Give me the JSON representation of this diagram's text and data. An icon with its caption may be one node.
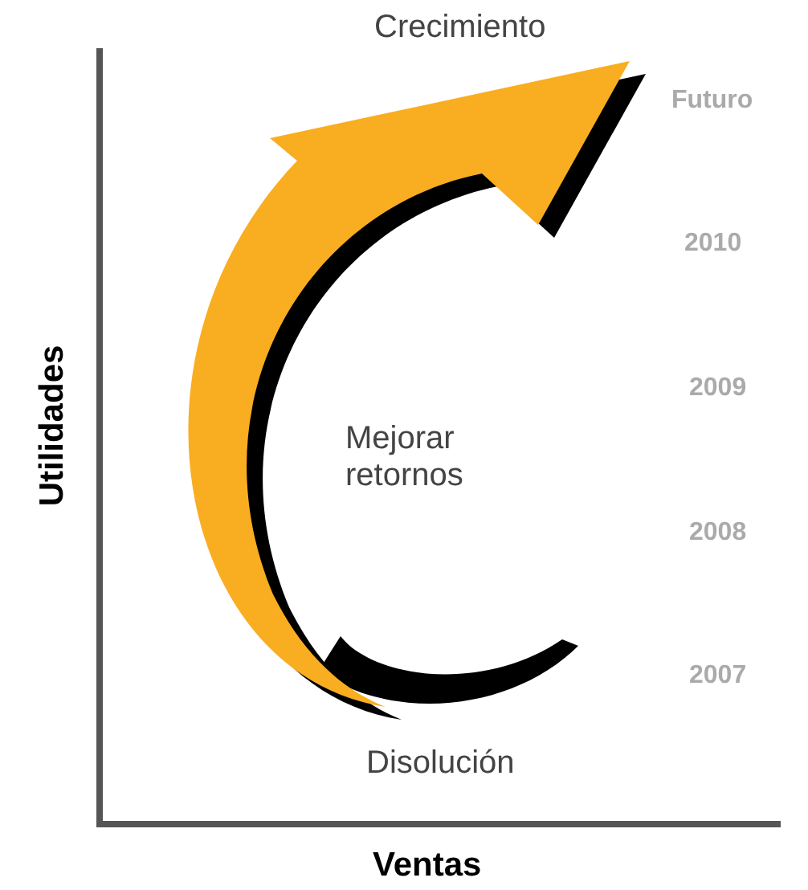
{
  "diagram": {
    "labels": [
      "Crecimiento",
      "Futuro",
      "2010",
      "2009",
      "2008",
      "2007",
      "Mejorar retornos",
      "Disolución",
      "Utilidades",
      "Ventas"
    ]
  }
}
